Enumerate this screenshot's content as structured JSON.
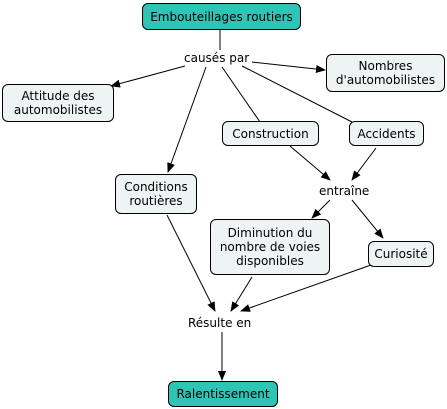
{
  "nodes": {
    "embouteillages": "Embouteillages routiers",
    "attitude": "Attitude des\nautomobilistes",
    "nombres": "Nombres\nd'automobilistes",
    "construction": "Construction",
    "accidents": "Accidents",
    "conditions": "Conditions\nroutières",
    "diminution": "Diminution du\nnombre de voies\ndisponibles",
    "curiosite": "Curiosité",
    "ralentissement": "Ralentissement"
  },
  "links": {
    "causes_par": "causés par",
    "entraine": "entraîne",
    "resulte_en": "Résulte en"
  },
  "colors": {
    "highlight": "#2ec4b6",
    "node": "#eef3f3",
    "line": "#000000"
  }
}
